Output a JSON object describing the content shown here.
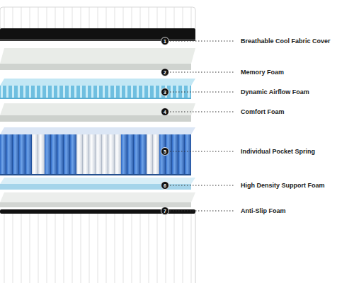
{
  "diagram": {
    "labels": [
      "1",
      "Breathable Cool Fabric Cover",
      "2",
      "Memory Foam",
      "3",
      "Dynamic Airflow Foam",
      "4",
      "Comfort Foam",
      "5",
      "Individual Pocket Spring",
      "6",
      "High Density Support Foam",
      "7",
      "Anti-Slip Foam"
    ]
  }
}
